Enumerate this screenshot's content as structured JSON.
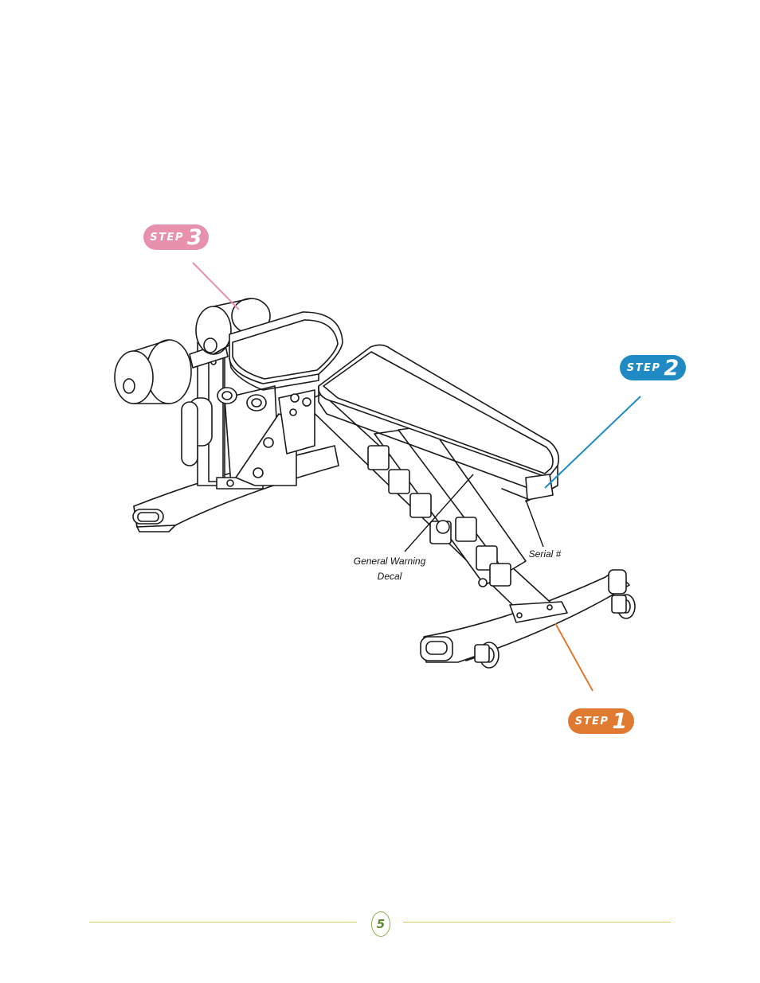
{
  "steps": [
    {
      "word": "STEP",
      "number": "1",
      "color": "#e07a30"
    },
    {
      "word": "STEP",
      "number": "2",
      "color": "#1f8ac4"
    },
    {
      "word": "STEP",
      "number": "3",
      "color": "#e891ad"
    }
  ],
  "callouts": {
    "warning_decal_line1": "General Warning",
    "warning_decal_line2": "Decal",
    "serial": "Serial #"
  },
  "footer": {
    "page_number": "5",
    "rule_color": "#d8c85a",
    "number_color": "#5c8a2e"
  }
}
